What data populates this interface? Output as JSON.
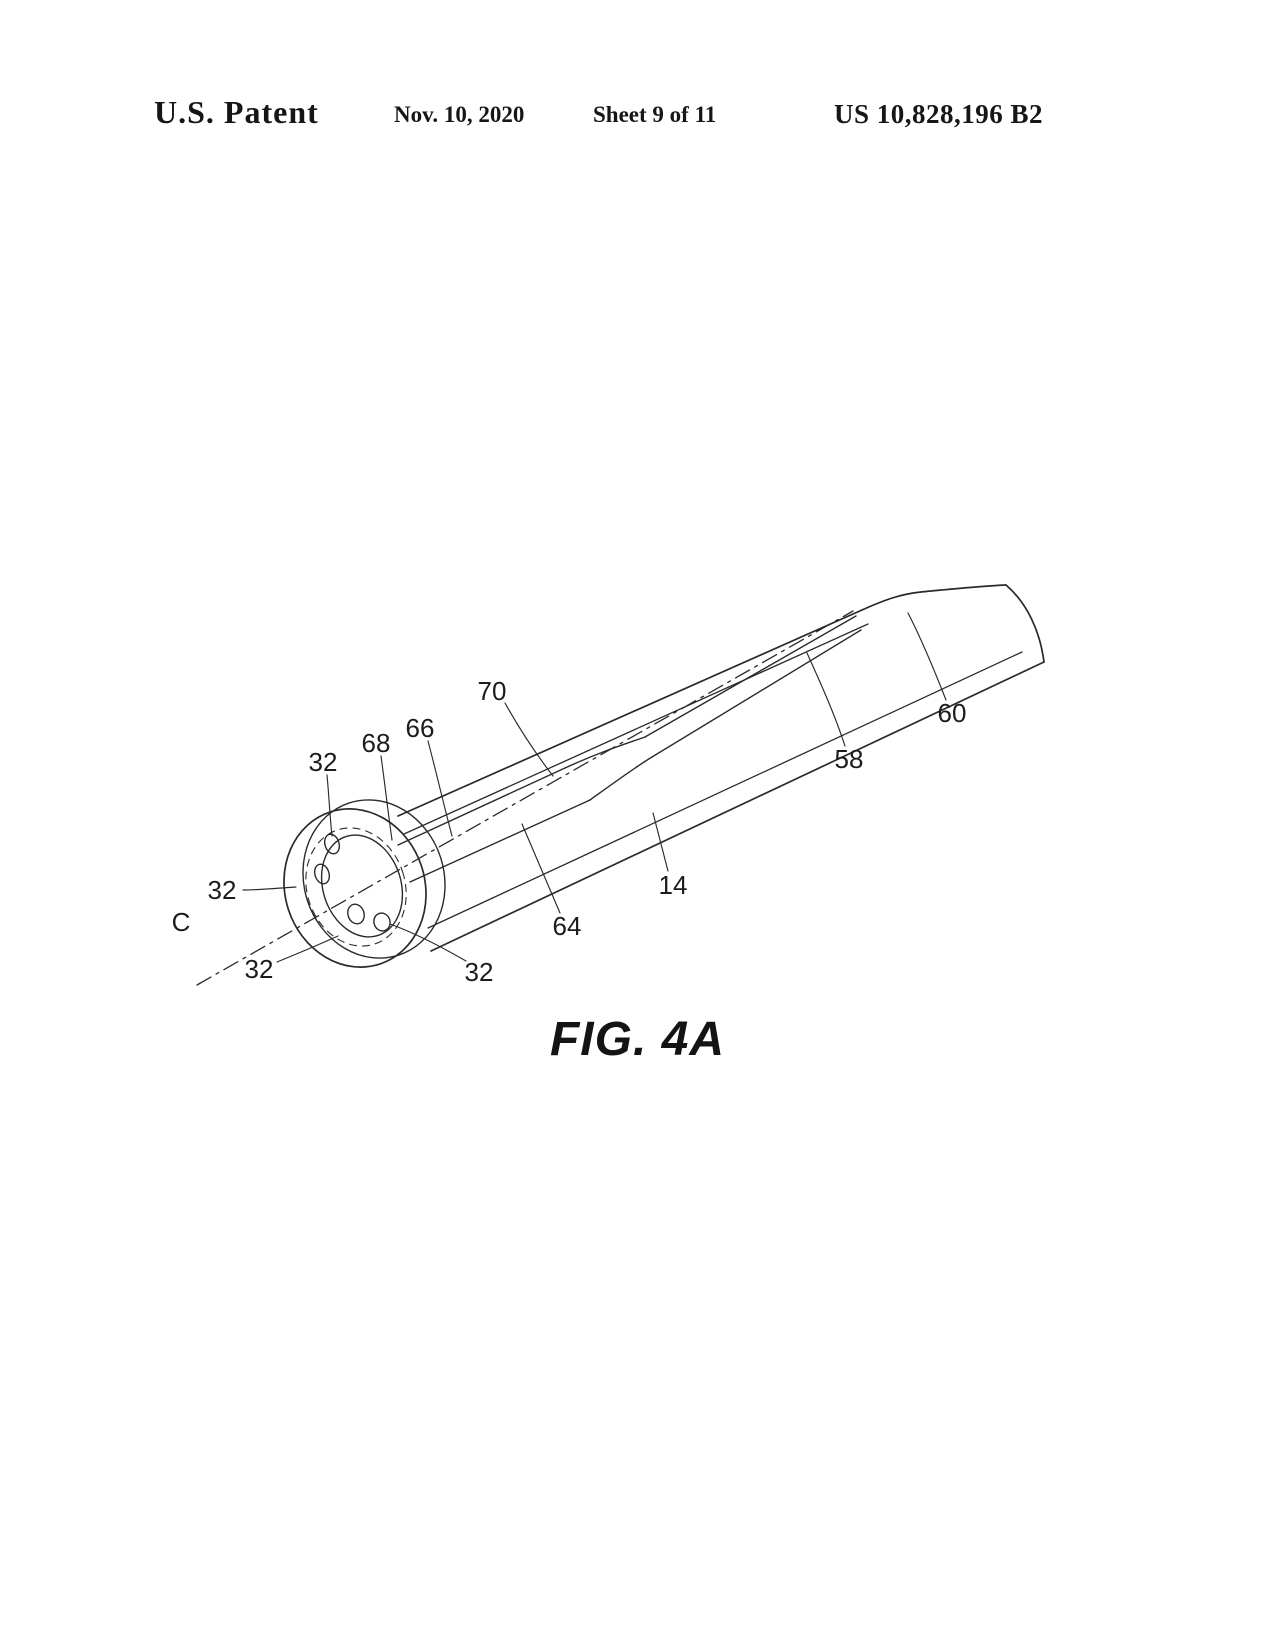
{
  "header": {
    "title": "U.S. Patent",
    "date": "Nov. 10, 2020",
    "sheet": "Sheet 9 of 11",
    "patent_number": "US 10,828,196 B2"
  },
  "figure": {
    "caption": "FIG. 4A",
    "labels": {
      "ref_70": "70",
      "ref_66": "66",
      "ref_68": "68",
      "ref_32_top": "32",
      "ref_32_left": "32",
      "ref_32_bottom_left": "32",
      "ref_32_bottom_right": "32",
      "ref_c": "C",
      "ref_64": "64",
      "ref_14": "14",
      "ref_58": "58",
      "ref_60": "60"
    },
    "line_color": "#2a2a2a"
  }
}
